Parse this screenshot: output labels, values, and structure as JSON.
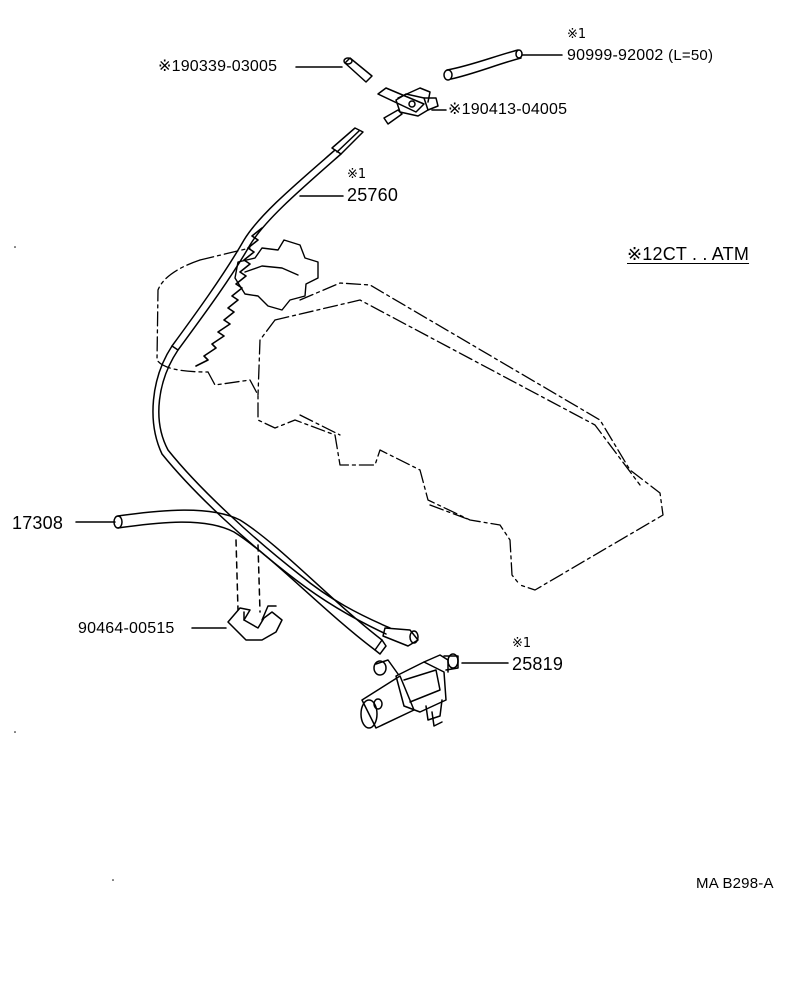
{
  "parts": {
    "p1": {
      "prefix": "※",
      "code": "190339-03005"
    },
    "p2": {
      "note": "※1",
      "code": "90999-92002",
      "length": "(L=50)"
    },
    "p3": {
      "prefix": "※",
      "code": "190413-04005"
    },
    "p4": {
      "note": "※1",
      "code": "25760"
    },
    "p5": {
      "code": "17308"
    },
    "p6": {
      "code": "90464-00515"
    },
    "p7": {
      "note": "※1",
      "code": "25819"
    }
  },
  "applicability": "※12CT . . ATM",
  "diagram_code": "MA B298-A"
}
